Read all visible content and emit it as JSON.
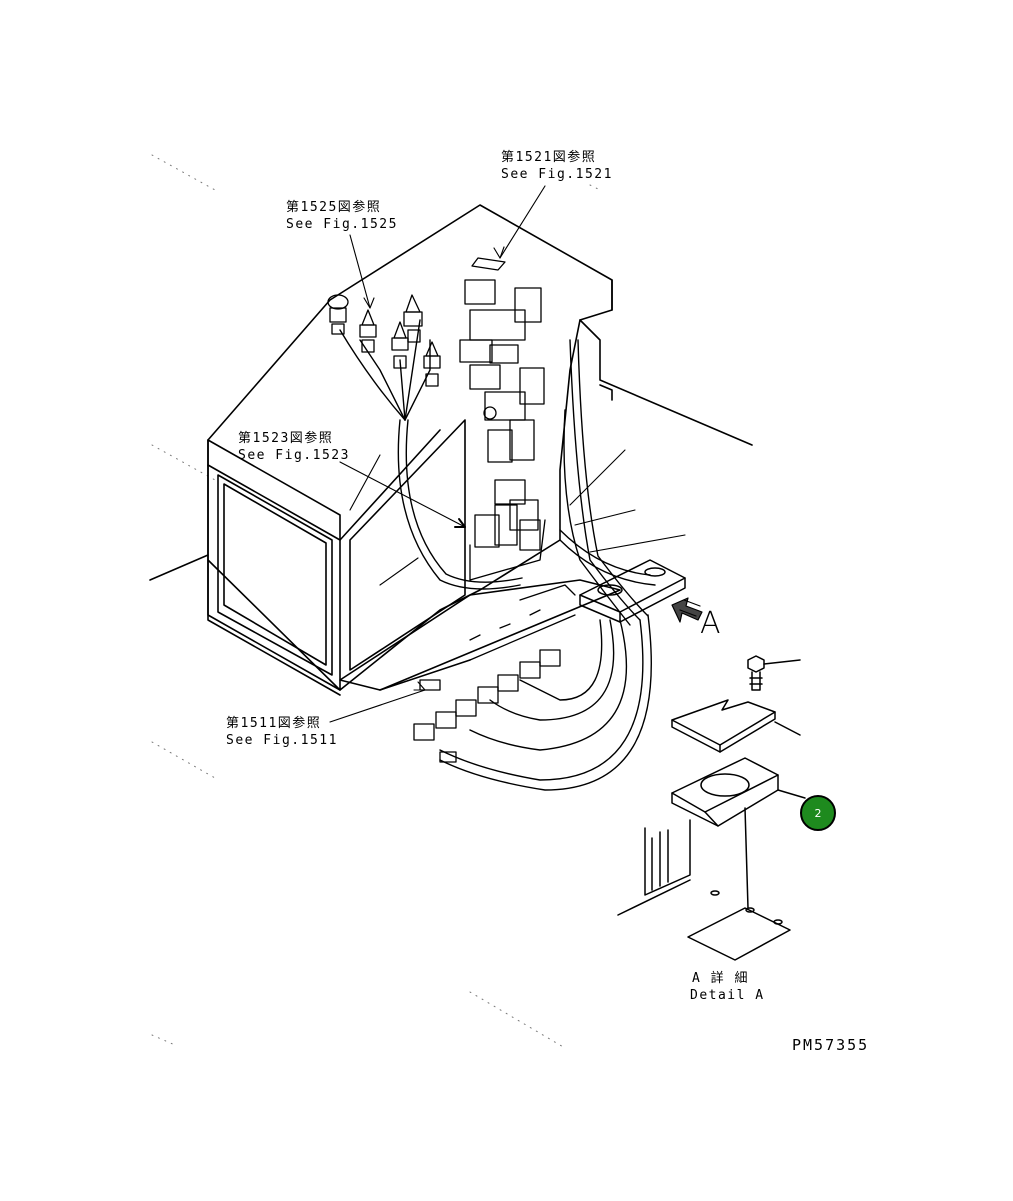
{
  "references": [
    {
      "id": "ref-1521",
      "jp": "第1521図参照",
      "en": "See Fig.1521"
    },
    {
      "id": "ref-1525",
      "jp": "第1525図参照",
      "en": "See Fig.1525"
    },
    {
      "id": "ref-1523",
      "jp": "第1523図参照",
      "en": "See Fig.1523"
    },
    {
      "id": "ref-1511",
      "jp": "第1511図参照",
      "en": "See Fig.1511"
    }
  ],
  "view_arrow": {
    "letter": "A"
  },
  "detail": {
    "jp": "A 詳 細",
    "en": "Detail A"
  },
  "callout": {
    "number": "2",
    "color": "#1e8a1e"
  },
  "drawing_code": "PM57355"
}
